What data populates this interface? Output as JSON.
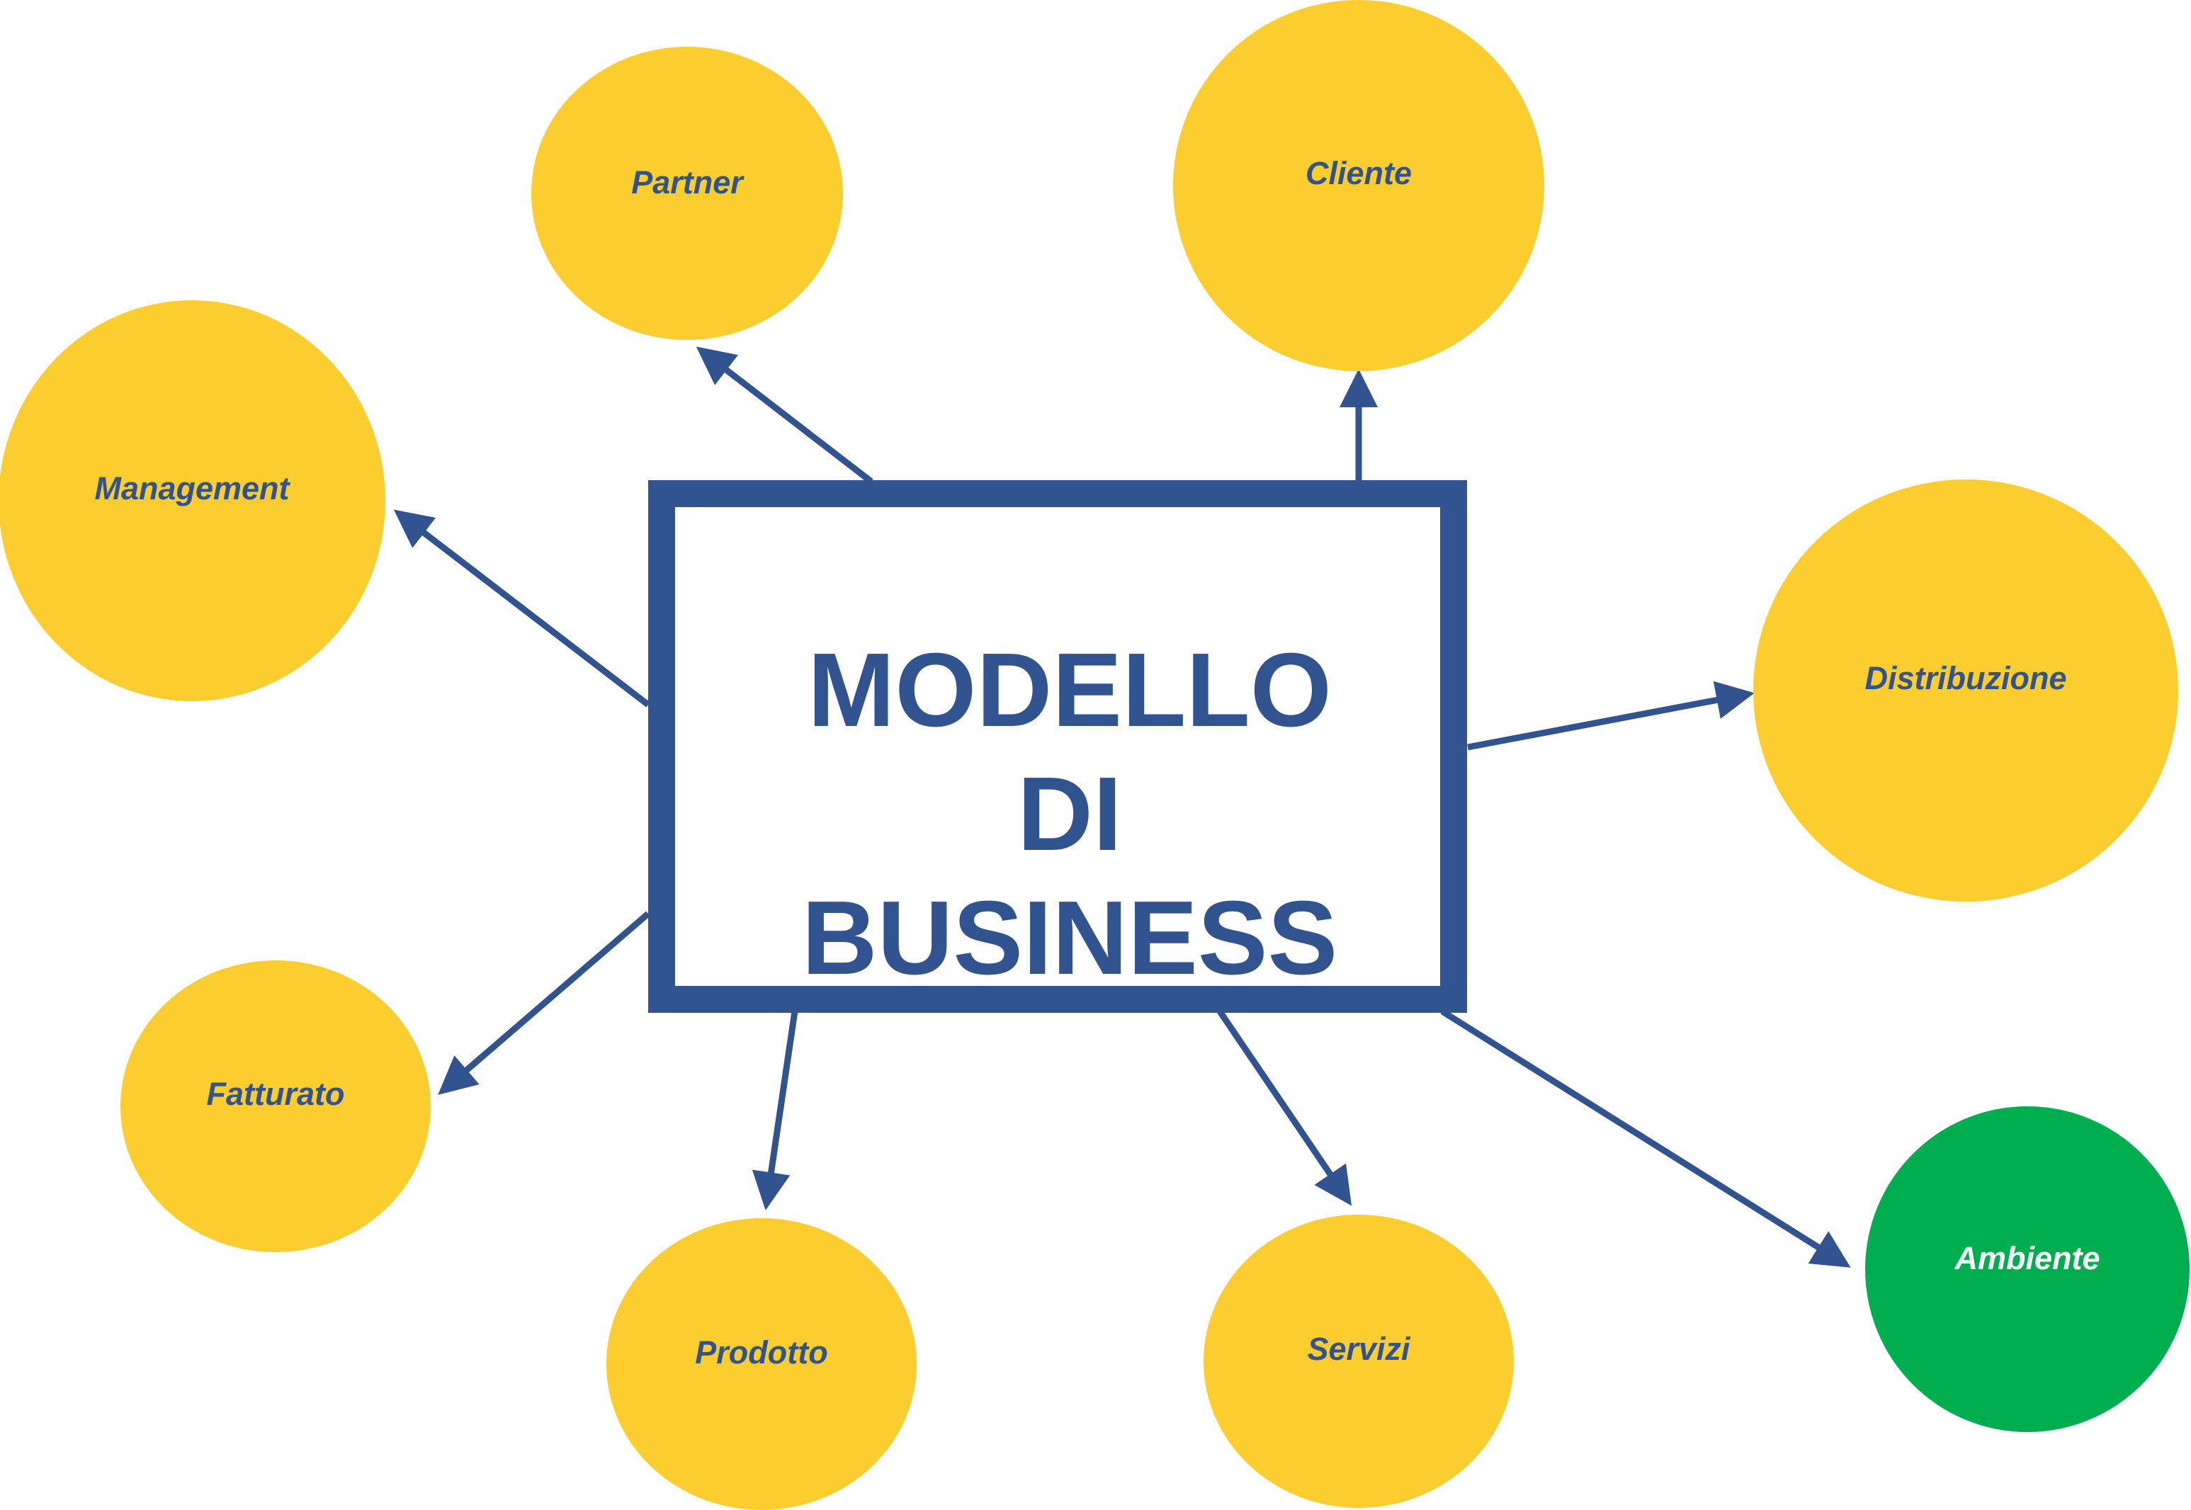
{
  "colors": {
    "primary": "#31538F",
    "node_fill": "#FBCD2E",
    "accent_fill": "#00AD4F",
    "accent_text": "#FFFFFF"
  },
  "center": {
    "title_lines": [
      "MODELLO",
      "DI",
      "BUSINESS"
    ]
  },
  "nodes": [
    {
      "id": "partner",
      "label": "Partner",
      "accent": false
    },
    {
      "id": "cliente",
      "label": "Cliente",
      "accent": false
    },
    {
      "id": "management",
      "label": "Management",
      "accent": false
    },
    {
      "id": "distribuzione",
      "label": "Distribuzione",
      "accent": false
    },
    {
      "id": "fatturato",
      "label": "Fatturato",
      "accent": false
    },
    {
      "id": "prodotto",
      "label": "Prodotto",
      "accent": false
    },
    {
      "id": "servizi",
      "label": "Servizi",
      "accent": false
    },
    {
      "id": "ambiente",
      "label": "Ambiente",
      "accent": true
    }
  ]
}
